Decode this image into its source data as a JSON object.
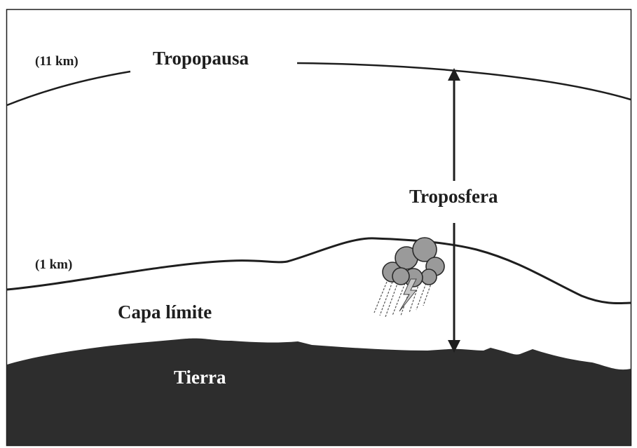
{
  "labels": {
    "tropopause_altitude": "(11 km)",
    "tropopause": "Tropopausa",
    "troposphere": "Troposfera",
    "boundary_altitude": "(1 km)",
    "boundary_layer": "Capa límite",
    "earth": "Tierra"
  },
  "icons": [
    "storm-cloud-icon",
    "lightning-icon",
    "rain-icon"
  ],
  "colors": {
    "earth": "#2d2d2d",
    "cloud_fill": "#9a9a9a",
    "lines": "#1e1e1e"
  }
}
